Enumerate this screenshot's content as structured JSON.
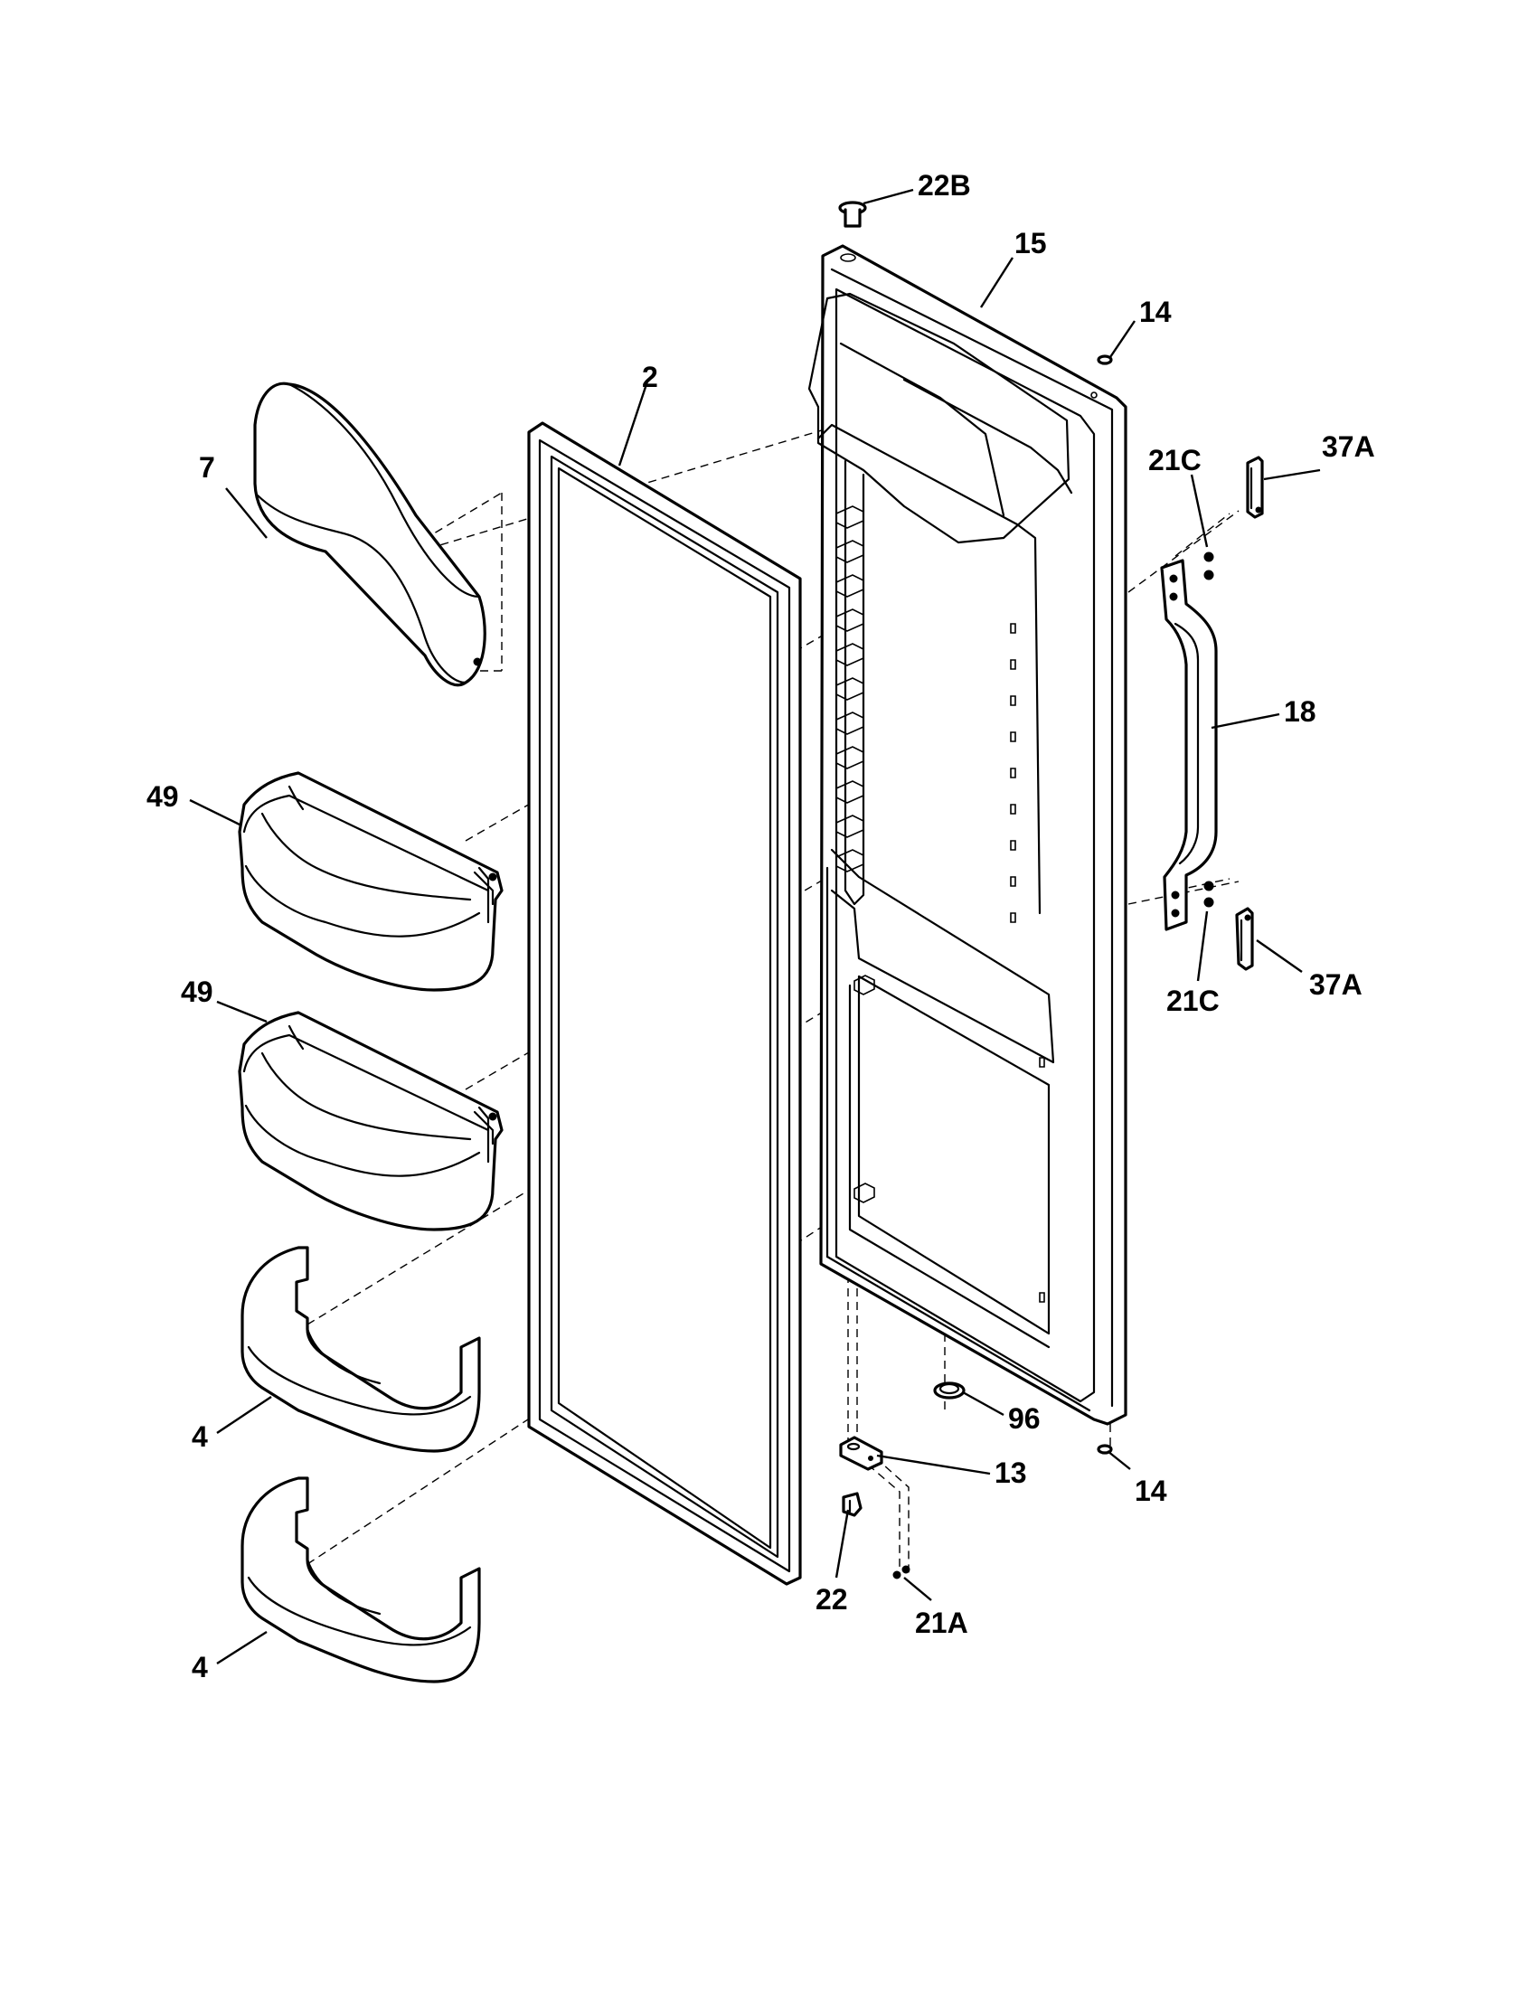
{
  "callouts": {
    "c22B": "22B",
    "c15": "15",
    "c14_top": "14",
    "c2": "2",
    "c7": "7",
    "c21C_top": "21C",
    "c37A_top": "37A",
    "c18": "18",
    "c49_upper": "49",
    "c49_lower": "49",
    "c21C_bottom": "21C",
    "c37A_bottom": "37A",
    "c4_upper": "4",
    "c4_lower": "4",
    "c96": "96",
    "c13": "13",
    "c14_bottom": "14",
    "c22": "22",
    "c21A": "21A"
  }
}
